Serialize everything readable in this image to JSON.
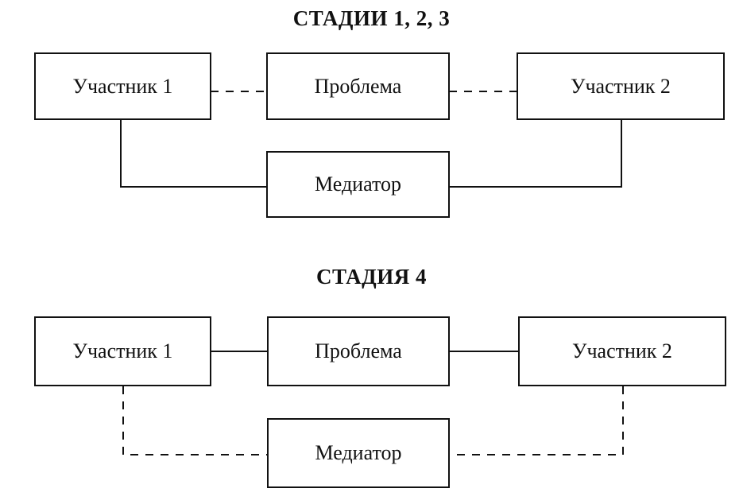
{
  "stage_a": {
    "title": "СТАДИИ 1, 2, 3",
    "participant_1": "Участник 1",
    "problem": "Проблема",
    "participant_2": "Участник 2",
    "mediator": "Медиатор"
  },
  "stage_b": {
    "title": "СТАДИЯ 4",
    "participant_1": "Участник 1",
    "problem": "Проблема",
    "participant_2": "Участник 2",
    "mediator": "Медиатор"
  }
}
